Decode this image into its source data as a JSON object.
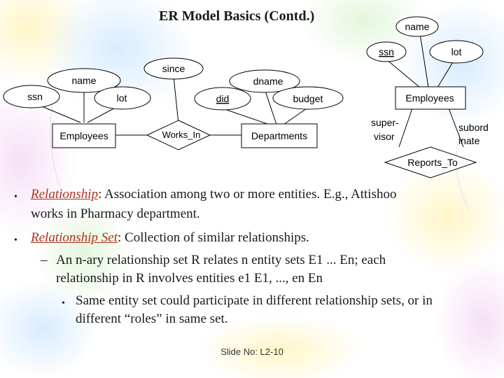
{
  "title": "ER Model Basics (Contd.)",
  "diagram1": {
    "attr_name": "name",
    "attr_ssn": "ssn",
    "attr_lot": "lot",
    "entity_employees": "Employees",
    "relationship": "Works_In",
    "attr_since": "since",
    "entity_departments": "Departments",
    "attr_did": "did",
    "attr_dname": "dname",
    "attr_budget": "budget"
  },
  "diagram2": {
    "attr_name": "name",
    "attr_ssn": "ssn",
    "attr_lot": "lot",
    "entity_employees": "Employees",
    "role_supervisor_1": "super-",
    "role_supervisor_2": "visor",
    "role_subordinate_1": "subord",
    "role_subordinate_2": "inate",
    "relationship": "Reports_To"
  },
  "bullets": {
    "b1_term": "Relationship",
    "b1_text1": ":  Association among two or more entities.  E.g., Attishoo",
    "b1_text2": "works in Pharmacy department.",
    "b2_term": "Relationship Set",
    "b2_text": ":  Collection of similar relationships.",
    "sub1_line1": "An n-ary relationship set  R relates n entity sets E1 ... En; each",
    "sub1_line2": "relationship in R involves entities e1  E1, ..., en   En",
    "subsub_line1": "Same entity set could participate in different relationship sets, or in",
    "subsub_line2": "different “roles” in same set."
  },
  "footer": "Slide No: L2-10"
}
